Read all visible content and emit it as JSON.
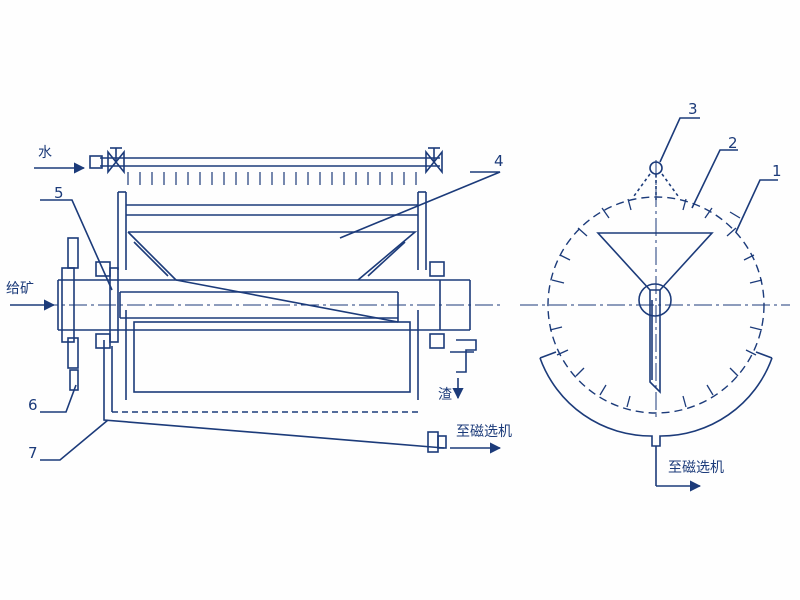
{
  "labels": {
    "water": "水",
    "feed": "给矿",
    "slag": "渣",
    "to_magnetic_left": "至磁选机",
    "to_magnetic_right": "至磁选机"
  },
  "callouts": {
    "n1": "1",
    "n2": "2",
    "n3": "3",
    "n4": "4",
    "n5": "5",
    "n6": "6",
    "n7": "7"
  },
  "colors": {
    "ink": "#1c3b7a"
  }
}
